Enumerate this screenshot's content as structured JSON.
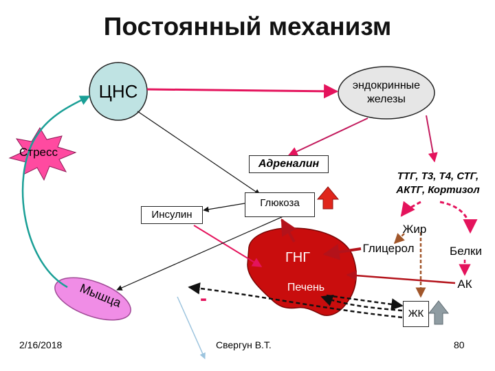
{
  "slide": {
    "title": "Постоянный механизм",
    "date": "2/16/2018",
    "author": "Свергун В.Т.",
    "page_number": "80"
  },
  "nodes": {
    "cns": "ЦНС",
    "endocrine_line1": "эндокринные",
    "endocrine_line2": "железы",
    "stress": "Стресс",
    "adrenaline": "Адреналин",
    "hormones_line1": "ТТГ, Т3, Т4, СТГ,",
    "hormones_line2": "АКТГ, Кортизол",
    "glucose": "Глюкоза",
    "insulin": "Инсулин",
    "gng": "ГНГ",
    "liver": "Печень",
    "fat": "Жир",
    "glycerol": "Глицерол",
    "proteins": "Белки",
    "aa": "АК",
    "fatty_acids": "ЖК",
    "muscle": "Мышца",
    "minus_sign": "-"
  },
  "colors": {
    "title": "#000000",
    "cns_fill": "#bfe3e3",
    "endocrine_fill": "#e6e6e6",
    "stress_fill": "#ff4aa0",
    "liver_fill": "#c90d0d",
    "muscle_fill": "#f08de6",
    "arrow_red": "#e4135c",
    "arrow_teal": "#1a9f96",
    "arrow_dark_red": "#b3121a",
    "arrow_pink_dashed": "#e4135c",
    "arrow_brown_dashed": "#a1562a",
    "up_arrow_red": "#e0261c",
    "up_arrow_grey": "#8f9ca2"
  }
}
